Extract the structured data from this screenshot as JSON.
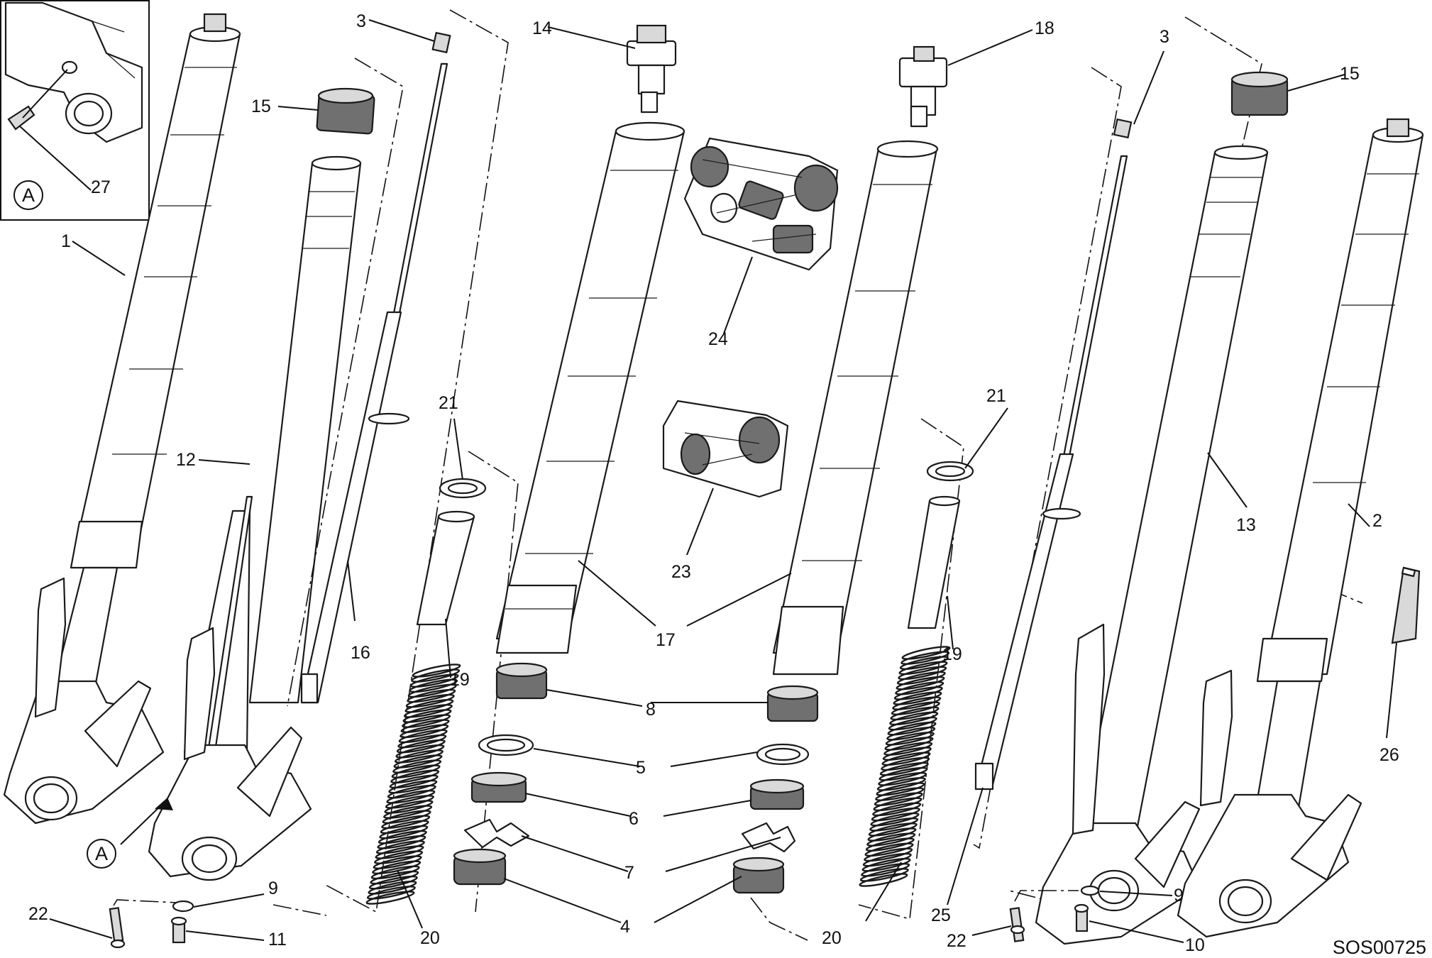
{
  "drawing_code": "SOS00725",
  "inset": {
    "label": "A"
  },
  "view_marker": {
    "label": "A"
  },
  "callouts": [
    {
      "id": "c27",
      "text": "27"
    },
    {
      "id": "c1",
      "text": "1"
    },
    {
      "id": "c12",
      "text": "12"
    },
    {
      "id": "c15a",
      "text": "15"
    },
    {
      "id": "c3a",
      "text": "3"
    },
    {
      "id": "c16",
      "text": "16"
    },
    {
      "id": "c21a",
      "text": "21"
    },
    {
      "id": "c19a",
      "text": "19"
    },
    {
      "id": "c20a",
      "text": "20"
    },
    {
      "id": "c14",
      "text": "14"
    },
    {
      "id": "c24",
      "text": "24"
    },
    {
      "id": "c23",
      "text": "23"
    },
    {
      "id": "c17",
      "text": "17"
    },
    {
      "id": "c8",
      "text": "8"
    },
    {
      "id": "c5",
      "text": "5"
    },
    {
      "id": "c6",
      "text": "6"
    },
    {
      "id": "c7",
      "text": "7"
    },
    {
      "id": "c4",
      "text": "4"
    },
    {
      "id": "c18",
      "text": "18"
    },
    {
      "id": "c21b",
      "text": "21"
    },
    {
      "id": "c19b",
      "text": "19"
    },
    {
      "id": "c20b",
      "text": "20"
    },
    {
      "id": "c25",
      "text": "25"
    },
    {
      "id": "c3b",
      "text": "3"
    },
    {
      "id": "c15b",
      "text": "15"
    },
    {
      "id": "c13",
      "text": "13"
    },
    {
      "id": "c2",
      "text": "2"
    },
    {
      "id": "c26",
      "text": "26"
    },
    {
      "id": "c9a",
      "text": "9"
    },
    {
      "id": "c11",
      "text": "11"
    },
    {
      "id": "c22a",
      "text": "22"
    },
    {
      "id": "c9b",
      "text": "9"
    },
    {
      "id": "c10",
      "text": "10"
    },
    {
      "id": "c22b",
      "text": "22"
    }
  ]
}
